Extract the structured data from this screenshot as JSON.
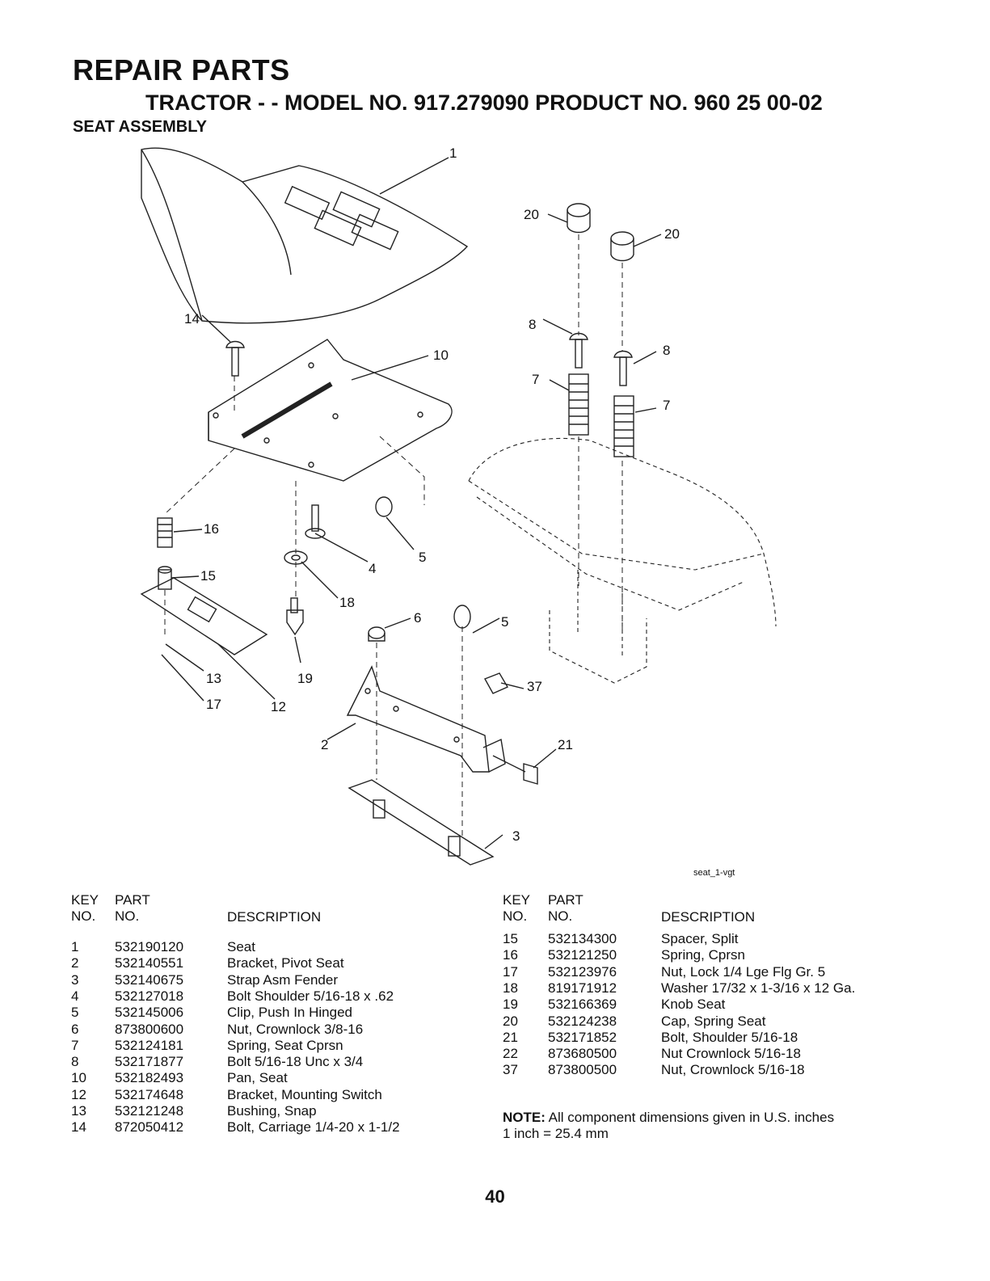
{
  "header": {
    "title": "REPAIR PARTS",
    "subtitle": "TRACTOR - - MODEL NO. 917.279090 PRODUCT NO. 960 25 00-02",
    "section": "SEAT ASSEMBLY"
  },
  "figure": {
    "id": "seat_1-vgt",
    "callouts": [
      "1",
      "14",
      "10",
      "20",
      "8",
      "20",
      "8",
      "7",
      "7",
      "16",
      "15",
      "4",
      "5",
      "18",
      "6",
      "5",
      "13",
      "17",
      "19",
      "12",
      "37",
      "2",
      "21",
      "3"
    ]
  },
  "table_left": {
    "headers": {
      "key1": "KEY",
      "key2": "NO.",
      "part1": "PART",
      "part2": "NO.",
      "desc": "DESCRIPTION"
    },
    "rows": [
      {
        "key": "1",
        "part": "532190120",
        "desc": "Seat"
      },
      {
        "key": "2",
        "part": "532140551",
        "desc": "Bracket, Pivot Seat"
      },
      {
        "key": "3",
        "part": "532140675",
        "desc": "Strap Asm Fender"
      },
      {
        "key": "4",
        "part": "532127018",
        "desc": "Bolt Shoulder 5/16-18 x .62"
      },
      {
        "key": "5",
        "part": "532145006",
        "desc": "Clip, Push In Hinged"
      },
      {
        "key": "6",
        "part": "873800600",
        "desc": "Nut, Crownlock  3/8-16"
      },
      {
        "key": "7",
        "part": "532124181",
        "desc": "Spring, Seat Cprsn"
      },
      {
        "key": "8",
        "part": "532171877",
        "desc": "Bolt 5/16-18 Unc x 3/4"
      },
      {
        "key": "10",
        "part": "532182493",
        "desc": "Pan, Seat"
      },
      {
        "key": "12",
        "part": "532174648",
        "desc": "Bracket, Mounting Switch"
      },
      {
        "key": "13",
        "part": "532121248",
        "desc": "Bushing, Snap"
      },
      {
        "key": "14",
        "part": "872050412",
        "desc": "Bolt, Carriage  1/4-20 x 1-1/2"
      }
    ]
  },
  "table_right": {
    "headers": {
      "key1": "KEY",
      "key2": "NO.",
      "part1": "PART",
      "part2": "NO.",
      "desc": "DESCRIPTION"
    },
    "rows": [
      {
        "key": "15",
        "part": "532134300",
        "desc": "Spacer, Split"
      },
      {
        "key": "16",
        "part": "532121250",
        "desc": "Spring, Cprsn"
      },
      {
        "key": "17",
        "part": "532123976",
        "desc": "Nut, Lock  1/4 Lge Flg Gr. 5"
      },
      {
        "key": "18",
        "part": "819171912",
        "desc": "Washer 17/32 x 1-3/16 x 12 Ga."
      },
      {
        "key": "19",
        "part": "532166369",
        "desc": "Knob Seat"
      },
      {
        "key": "20",
        "part": "532124238",
        "desc": "Cap, Spring Seat"
      },
      {
        "key": "21",
        "part": "532171852",
        "desc": "Bolt, Shoulder  5/16-18"
      },
      {
        "key": "22",
        "part": "873680500",
        "desc": "Nut Crownlock 5/16-18"
      },
      {
        "key": "37",
        "part": "873800500",
        "desc": "Nut, Crownlock  5/16-18"
      }
    ]
  },
  "note": {
    "label": "NOTE:",
    "text": " All component dimensions given in U.S. inches",
    "conversion": "1 inch = 25.4 mm"
  },
  "page_number": "40"
}
